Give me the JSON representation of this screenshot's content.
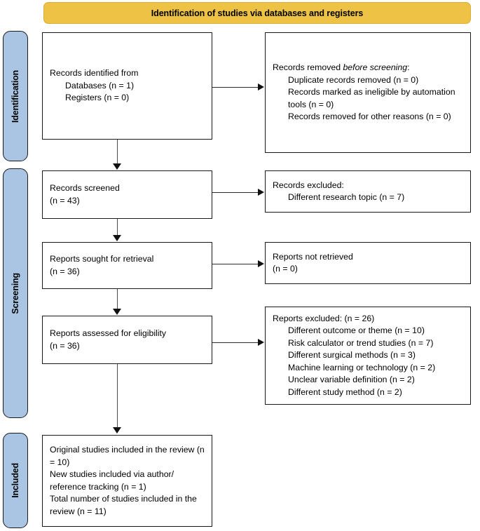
{
  "banner": {
    "title": "Identification of studies via databases and registers"
  },
  "stages": [
    {
      "id": "identification",
      "label": "Identification"
    },
    {
      "id": "screening",
      "label": "Screening"
    },
    {
      "id": "included",
      "label": "Included"
    }
  ],
  "boxes": {
    "identified": {
      "lines": [
        "Records identified from",
        "Databases (n = 1)",
        "Registers (n = 0)"
      ]
    },
    "removed": {
      "head_before": "Records removed ",
      "head_italic": "before screening",
      "head_after": ":",
      "lines": [
        "Duplicate records removed (n = 0)",
        "Records marked as ineligible by automation tools (n = 0)",
        "Records removed for other reasons (n = 0)"
      ]
    },
    "screened": {
      "lines": [
        "Records screened",
        "(n = 43)"
      ]
    },
    "excluded_records": {
      "head": "Records excluded:",
      "lines": [
        "Different research topic (n = 7)"
      ]
    },
    "sought": {
      "lines": [
        "Reports sought for retrieval",
        "(n = 36)"
      ]
    },
    "not_retrieved": {
      "lines": [
        "Reports not retrieved",
        "(n = 0)"
      ]
    },
    "assessed": {
      "lines": [
        "Reports assessed for eligibility",
        "(n = 36)"
      ]
    },
    "excluded_reports": {
      "head": "Reports excluded: (n = 26)",
      "lines": [
        "Different outcome or theme (n = 10)",
        "Risk calculator or trend studies (n = 7)",
        "Different surgical methods (n = 3)",
        "Machine learning or technology (n = 2)",
        "Unclear variable definition (n = 2)",
        "Different study method (n = 2)"
      ]
    },
    "included": {
      "lines": [
        "Original studies included in the review (n = 10)",
        "New studies included via author/ reference tracking (n = 1)",
        "Total number of studies included in the review (n = 11)"
      ]
    }
  },
  "colors": {
    "banner_fill": "#EDC245",
    "stage_fill": "#A9C5E3",
    "box_border": "#1a1a1a",
    "connector": "#2b2b2b",
    "page_background": "#FFFFFF"
  }
}
